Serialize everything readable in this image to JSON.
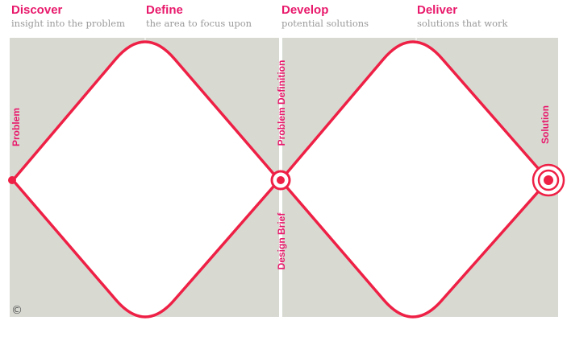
{
  "phases": [
    {
      "title": "Discover",
      "subtitle": "insight into the problem"
    },
    {
      "title": "Define",
      "subtitle": "the area to focus upon"
    },
    {
      "title": "Develop",
      "subtitle": "potential solutions"
    },
    {
      "title": "Deliver",
      "subtitle": "solutions that work"
    }
  ],
  "labels": {
    "problem": "Problem",
    "problem_definition": "Problem Definition",
    "design_brief": "Design Brief",
    "solution": "Solution"
  },
  "copyright": "©",
  "colors": {
    "accent": "#ee2045",
    "title": "#e8196b",
    "panel": "#d8dad2",
    "subtitle": "#9a9a9a"
  }
}
